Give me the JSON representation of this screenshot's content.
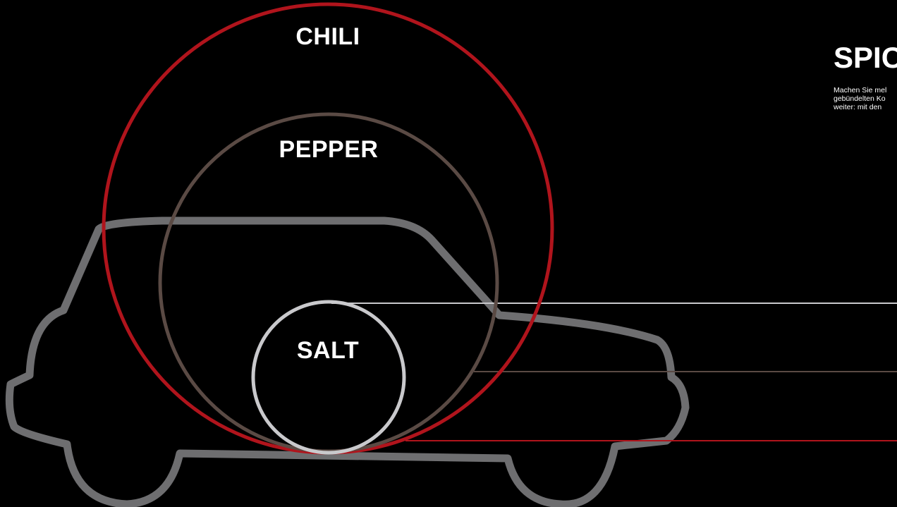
{
  "circles": {
    "chili": {
      "label": "CHILI",
      "color": "#b0141c"
    },
    "pepper": {
      "label": "PEPPER",
      "color": "#5a4a44"
    },
    "salt": {
      "label": "SALT",
      "color": "#c9c9cc"
    }
  },
  "car": {
    "color": "#6e6e70"
  },
  "panel": {
    "title": "SPIC",
    "text_lines": [
      "Machen Sie mel",
      "gebündelten Ko",
      "weiter: mit den"
    ]
  }
}
